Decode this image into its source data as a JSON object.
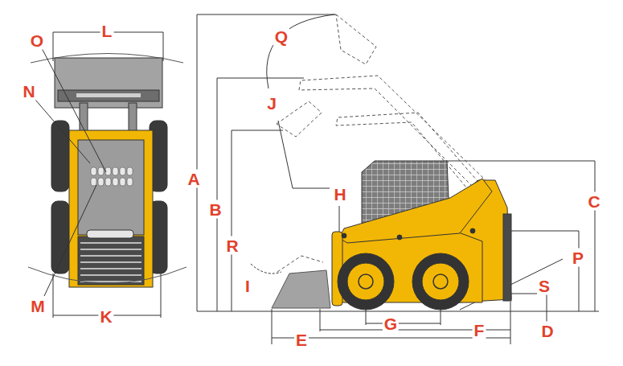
{
  "diagram": {
    "labels": [
      "L",
      "O",
      "N",
      "Q",
      "J",
      "A",
      "H",
      "C",
      "B",
      "R",
      "P",
      "I",
      "S",
      "M",
      "K",
      "G",
      "F",
      "D",
      "E"
    ]
  }
}
